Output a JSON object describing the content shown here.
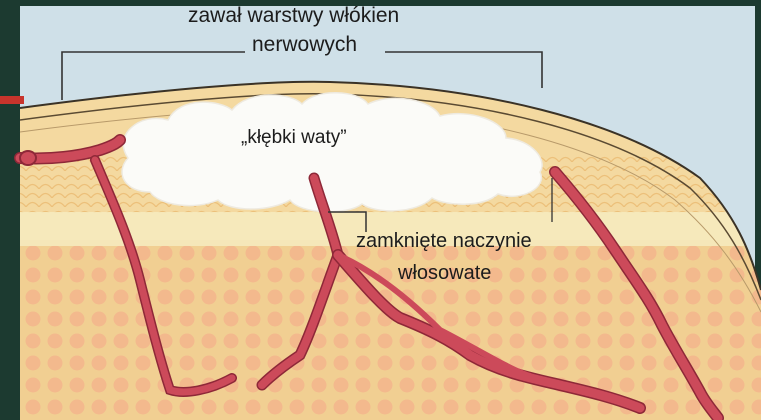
{
  "labels": {
    "nfl_infarct_line1": "zawał warstwy włókien",
    "nfl_infarct_line2": "nerwowych",
    "cotton_wool": "„kłębki waty”",
    "closed_capillary_line1": "zamknięte naczynie",
    "closed_capillary_line2": "włosowate"
  },
  "colors": {
    "frame": "#1c3a30",
    "sky": "#cfe0e8",
    "retina_base": "#f4d9a0",
    "nerve_band": "#f6ebc0",
    "dots": "#f3b98d",
    "vessel": "#cc4a5a",
    "cotton_wool": "#fbfbf8",
    "accent": "#c8342c"
  }
}
